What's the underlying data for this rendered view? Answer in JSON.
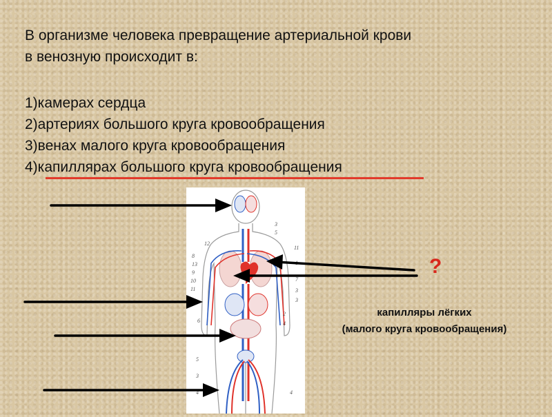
{
  "question": {
    "line1": "В организме человека превращение артериальной крови",
    "line2": "в венозную  происходит в:"
  },
  "options": [
    "1)камерах сердца",
    "2)артериях большого круга кровообращения",
    "3)венах малого круга кровообращения",
    "4)капиллярах большого круга кровообращения"
  ],
  "figure": {
    "labels_left": [
      "12",
      "8",
      "13",
      "9",
      "10",
      "11",
      "6",
      "5",
      "3",
      "4"
    ],
    "labels_right": [
      "3",
      "5",
      "11",
      "1",
      "7",
      "3",
      "3",
      "2",
      "4",
      "4"
    ]
  },
  "question_mark": "?",
  "caption": {
    "line1": "капилляры лёгких",
    "line2": "(малого круга кровообращения)"
  },
  "colors": {
    "underline": "#e23a2b",
    "question_mark": "#d8271c",
    "artery": "#e0322a",
    "vein": "#2f5fc4"
  }
}
